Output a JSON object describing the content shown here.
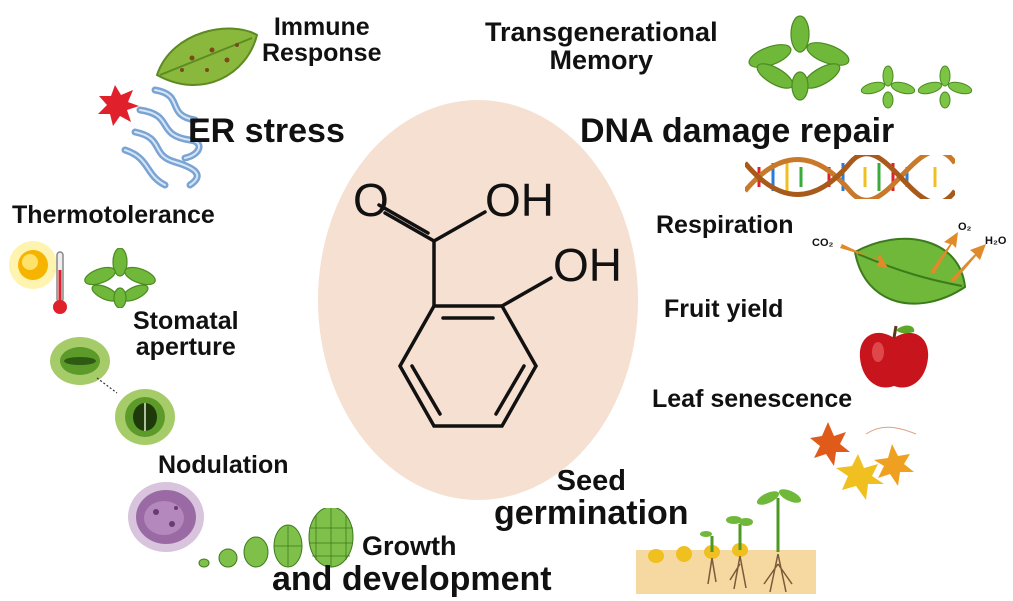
{
  "center": {
    "molecule_label_oh_top": "OH",
    "molecule_label_oh_ring": "OH",
    "molecule_label_o": "O"
  },
  "labels": {
    "immune": [
      "Immune",
      "Response"
    ],
    "er_stress": "ER stress",
    "thermo": "Thermotolerance",
    "stomatal": [
      "Stomatal",
      "aperture"
    ],
    "nodulation": "Nodulation",
    "growth": [
      "Growth",
      "and development"
    ],
    "transgen": [
      "Transgenerational",
      "Memory"
    ],
    "dna": "DNA damage repair",
    "respiration": "Respiration",
    "fruit": "Fruit yield",
    "leaf_sen": "Leaf senescence",
    "seed": [
      "Seed",
      "germination"
    ],
    "co2": "CO₂",
    "o2": "O₂",
    "h2o": "H₂O"
  },
  "colors": {
    "ellipse": "#f6e0d2",
    "leaf": "#6fb83a",
    "er": "#8fb4dc",
    "apple": "#c8141c",
    "arrow": "#e08a2a"
  },
  "icons": [
    "diseased-leaf-icon",
    "er-organelle-icon",
    "rosette-plant-icon",
    "dna-helix-icon",
    "sun-icon",
    "thermometer-icon",
    "stoma-icon",
    "leaf-respiration-icon",
    "apple-icon",
    "autumn-leaves-icon",
    "root-nodule-icon",
    "growing-bud-icon",
    "seedling-icon"
  ]
}
